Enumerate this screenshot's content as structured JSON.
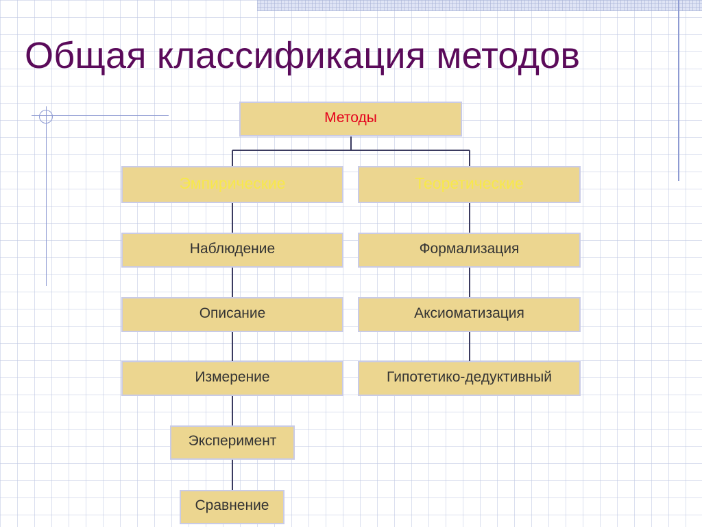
{
  "title": "Общая классификация методов",
  "diagram": {
    "root": "Методы",
    "empirical": {
      "label": "Эмпирические",
      "items": [
        "Наблюдение",
        "Описание",
        "Измерение",
        "Эксперимент",
        "Сравнение"
      ]
    },
    "theoretical": {
      "label": "Теоретические",
      "items": [
        "Формализация",
        "Аксиоматизация",
        "Гипотетико-дедуктивный"
      ]
    }
  },
  "colors": {
    "title": "#5a0a5a",
    "box_fill": "#ecd690",
    "box_border": "#c9cbe6",
    "root_text": "#e4001b",
    "branch_text": "#f7e84b",
    "item_text": "#333333",
    "connector": "#3a3a60",
    "grid": "#bec6e2"
  }
}
